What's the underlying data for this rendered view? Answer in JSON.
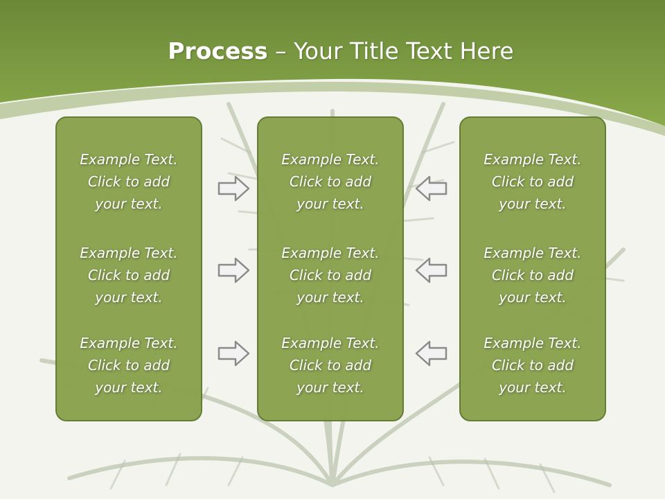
{
  "title": {
    "bold": "Process",
    "rest": " – Your Title Text Here"
  },
  "colors": {
    "header_green": "#7f9e3f",
    "panel_green": "#8aa24e",
    "panel_border": "#5f7a2e",
    "background": "#f3f4ee"
  },
  "panels": [
    {
      "blocks": [
        {
          "line1": "Example Text.",
          "line2": "Click  to add",
          "line3": "your text."
        },
        {
          "line1": "Example Text.",
          "line2": "Click  to add",
          "line3": "your text."
        },
        {
          "line1": "Example Text.",
          "line2": "Click  to add",
          "line3": "your text."
        }
      ]
    },
    {
      "blocks": [
        {
          "line1": "Example Text.",
          "line2": "Click  to add",
          "line3": "your text."
        },
        {
          "line1": "Example Text.",
          "line2": "Click  to add",
          "line3": "your text."
        },
        {
          "line1": "Example Text.",
          "line2": "Click  to add",
          "line3": "your text."
        }
      ]
    },
    {
      "blocks": [
        {
          "line1": "Example Text.",
          "line2": "Click  to add",
          "line3": "your text."
        },
        {
          "line1": "Example Text.",
          "line2": "Click  to add",
          "line3": "your text."
        },
        {
          "line1": "Example Text.",
          "line2": "Click  to add",
          "line3": "your text."
        }
      ]
    }
  ],
  "arrows": {
    "left_column": "arrow-right-icon",
    "right_column": "arrow-left-icon"
  }
}
